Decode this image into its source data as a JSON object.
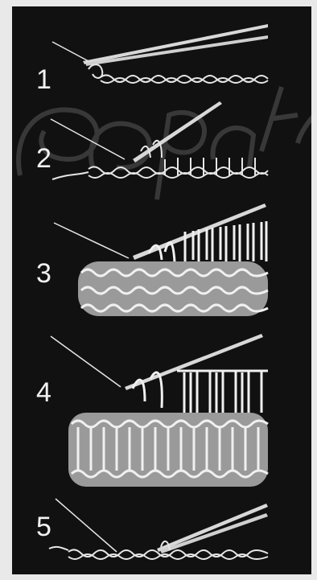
{
  "steps": [
    {
      "number": "1"
    },
    {
      "number": "2"
    },
    {
      "number": "3"
    },
    {
      "number": "4"
    },
    {
      "number": "5"
    }
  ],
  "watermark": {
    "visible": true
  },
  "colors": {
    "background": "#111111",
    "thread": "#e6e6e6",
    "page": "#e9e9e9"
  }
}
